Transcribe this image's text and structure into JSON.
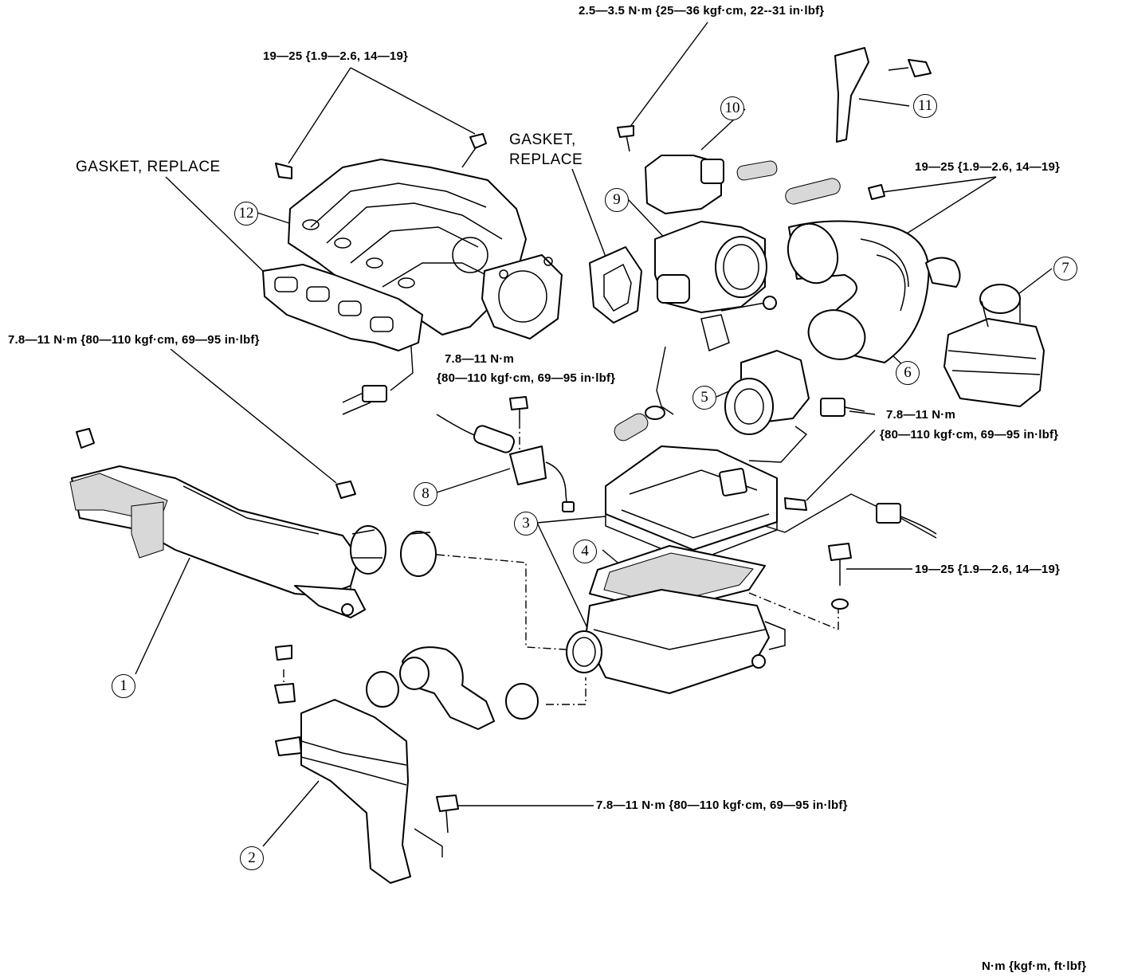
{
  "torques": {
    "t_top": "2.5—3.5 N·m {25—36 kgf·cm, 22--31 in·lbf}",
    "t_manifold": "19—25 {1.9—2.6, 14—19}",
    "t_throttle": "19—25 {1.9—2.6, 14—19}",
    "t_bracket_left": "7.8—11 N·m {80—110 kgf·cm, 69—95 in·lbf}",
    "t_sensor8_line1": "7.8—11 N·m",
    "t_sensor8_line2": "{80—110 kgf·cm, 69—95 in·lbf}",
    "t_airbox_line1": "7.8—11 N·m",
    "t_airbox_line2": "{80—110 kgf·cm, 69—95 in·lbf}",
    "t_airbox_bolt": "19—25 {1.9—2.6, 14—19}",
    "t_resonator": "7.8—11 N·m {80—110 kgf·cm, 69—95 in·lbf}"
  },
  "notes": {
    "gasket_left": "GASKET, REPLACE",
    "gasket_right_line1": "GASKET,",
    "gasket_right_line2": "REPLACE"
  },
  "units": "N·m {kgf·m, ft·lbf}",
  "callouts": [
    "1",
    "2",
    "3",
    "4",
    "5",
    "6",
    "7",
    "8",
    "9",
    "10",
    "11",
    "12"
  ]
}
